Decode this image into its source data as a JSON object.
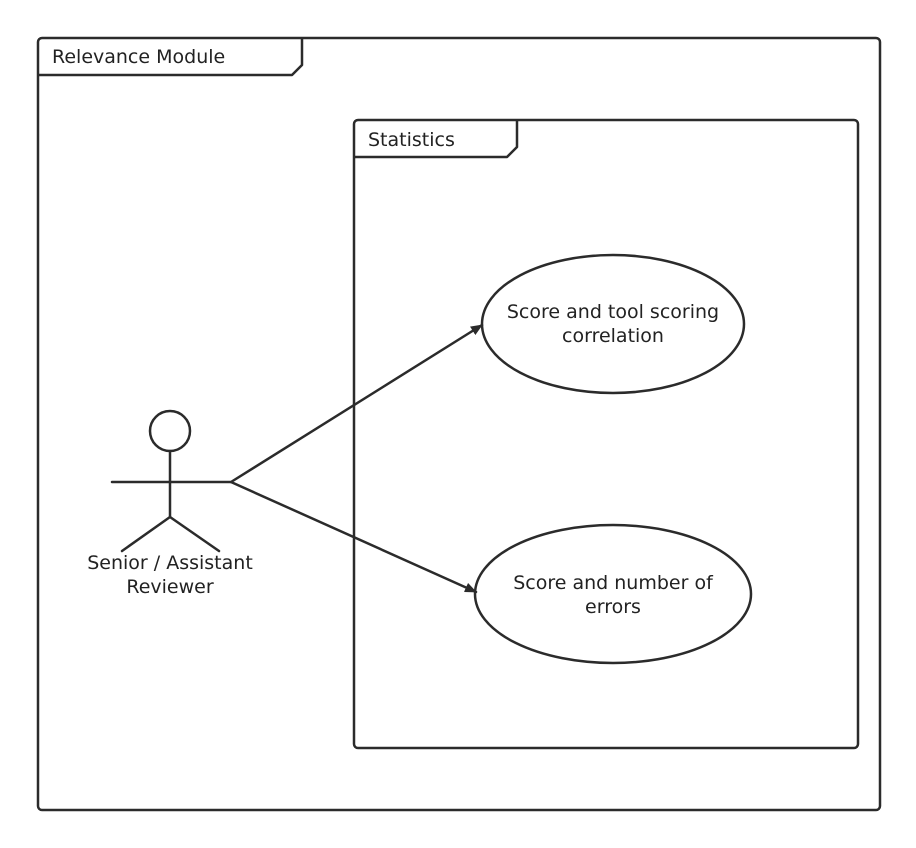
{
  "outer_package": {
    "title": "Relevance Module"
  },
  "inner_package": {
    "title": "Statistics"
  },
  "actor": {
    "label_line1": "Senior / Assistant",
    "label_line2": "Reviewer"
  },
  "use_cases": [
    {
      "line1": "Score and tool scoring",
      "line2": "correlation"
    },
    {
      "line1": "Score and number of",
      "line2": "errors"
    }
  ]
}
